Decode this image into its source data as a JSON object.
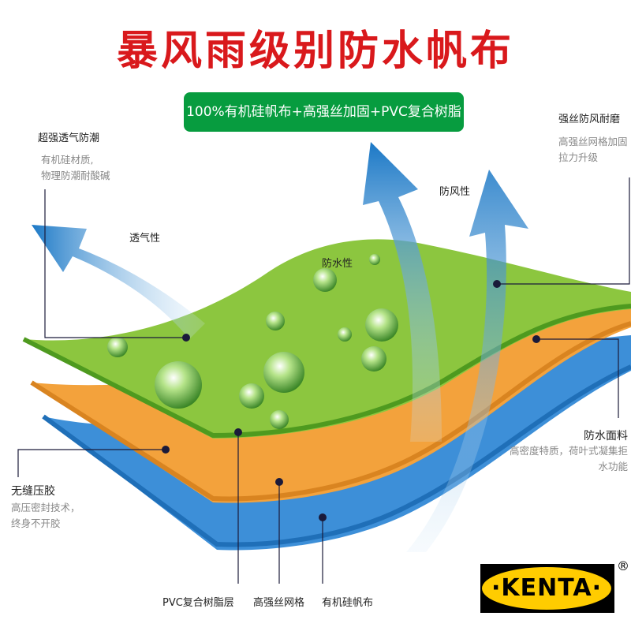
{
  "title": "暴风雨级别防水帆布",
  "banner": "100%有机硅帆布+高强丝加固+PVC复合树脂",
  "callouts": {
    "breathable_moisture": {
      "heading": "超强透气防潮",
      "desc": [
        "有机硅材质,",
        "物理防潮耐酸碱"
      ]
    },
    "strong_wear": {
      "heading": "强丝防风耐磨",
      "desc": [
        "高强丝网格加固",
        "拉力升级"
      ]
    },
    "waterproof_fabric": {
      "heading": "防水面料",
      "desc": [
        "高密度特质，荷叶式凝集拒",
        "水功能"
      ]
    },
    "seamless": {
      "heading": "无缝压胶",
      "desc": [
        "高压密封技术，",
        "终身不开胶"
      ]
    }
  },
  "labels": {
    "breathability": "透气性",
    "windproof": "防风性",
    "waterproof": "防水性"
  },
  "layers": [
    "PVC复合树脂层",
    "高强丝网格",
    "有机硅帆布"
  ],
  "logo": {
    "text": "·KENTA·",
    "registered": "®"
  },
  "colors": {
    "title": "#d9191c",
    "banner": "#079c3f",
    "green": "#8cc63f",
    "orange": "#f3a23c",
    "blue": "#3d8fd8",
    "logo_yellow": "#ffcc00"
  }
}
